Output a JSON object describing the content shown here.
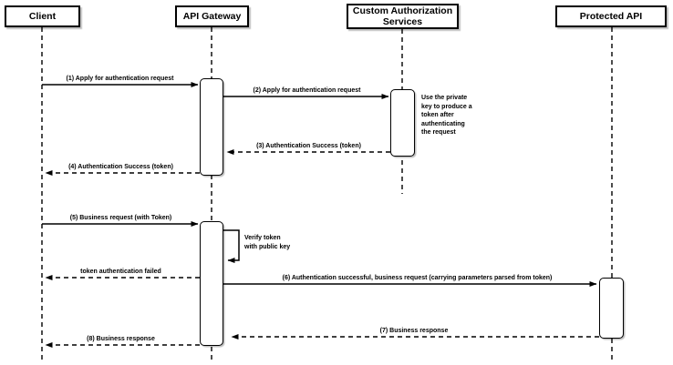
{
  "diagram": {
    "kind": "sequence-diagram",
    "colors": {
      "stroke": "#000000",
      "box_fill": "#ffffff",
      "background": "#ffffff"
    },
    "actors": [
      {
        "id": "client",
        "label": "Client"
      },
      {
        "id": "api-gateway",
        "label": "API Gateway"
      },
      {
        "id": "custom-authorization-services",
        "label": "Custom Authorization Services"
      },
      {
        "id": "protected-api",
        "label": "Protected API"
      }
    ],
    "messages": [
      {
        "n": 1,
        "label": "(1) Apply for authentication request",
        "from": "client",
        "to": "api-gateway",
        "style": "solid"
      },
      {
        "n": 2,
        "label": "(2) Apply for authentication request",
        "from": "api-gateway",
        "to": "custom-authorization-services",
        "style": "solid"
      },
      {
        "n": 3,
        "label": "(3) Authentication Success (token)",
        "from": "custom-authorization-services",
        "to": "api-gateway",
        "style": "dashed"
      },
      {
        "n": 4,
        "label": "(4) Authentication Success (token)",
        "from": "api-gateway",
        "to": "client",
        "style": "dashed"
      },
      {
        "n": 5,
        "label": "(5) Business request (with Token)",
        "from": "client",
        "to": "api-gateway",
        "style": "solid"
      },
      {
        "label": "Verify token\nwith public key",
        "from": "api-gateway",
        "to": "api-gateway",
        "style": "self"
      },
      {
        "label": "token authentication failed",
        "from": "api-gateway",
        "to": "client",
        "style": "dashed"
      },
      {
        "n": 6,
        "label": "(6) Authentication successful, business request (carrying parameters parsed from token)",
        "from": "api-gateway",
        "to": "protected-api",
        "style": "solid"
      },
      {
        "n": 7,
        "label": "(7) Business response",
        "from": "protected-api",
        "to": "api-gateway",
        "style": "dashed"
      },
      {
        "n": 8,
        "label": "(8) Business response",
        "from": "api-gateway",
        "to": "client",
        "style": "dashed"
      }
    ],
    "note": {
      "text": "Use the private\nkey to produce a\ntoken after\nauthenticating\nthe request",
      "attached_to": "custom-authorization-services"
    }
  }
}
